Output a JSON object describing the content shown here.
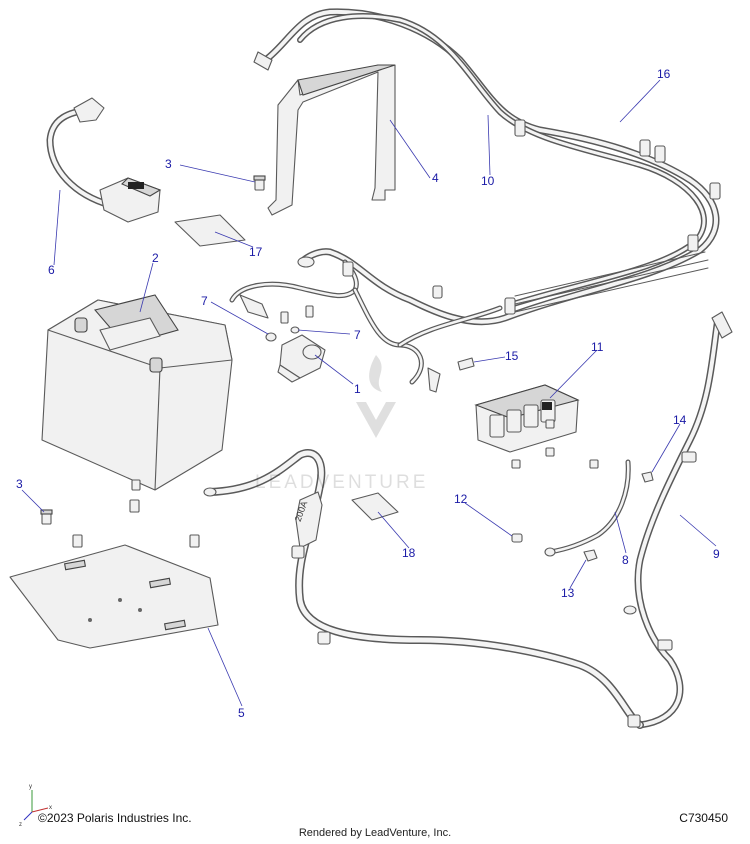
{
  "diagram": {
    "callouts": [
      {
        "id": "1",
        "label": "1"
      },
      {
        "id": "2",
        "label": "2"
      },
      {
        "id": "3a",
        "label": "3"
      },
      {
        "id": "3b",
        "label": "3"
      },
      {
        "id": "4",
        "label": "4"
      },
      {
        "id": "5",
        "label": "5"
      },
      {
        "id": "6",
        "label": "6"
      },
      {
        "id": "7a",
        "label": "7"
      },
      {
        "id": "7b",
        "label": "7"
      },
      {
        "id": "8",
        "label": "8"
      },
      {
        "id": "9",
        "label": "9"
      },
      {
        "id": "10",
        "label": "10"
      },
      {
        "id": "11",
        "label": "11"
      },
      {
        "id": "12",
        "label": "12"
      },
      {
        "id": "13",
        "label": "13"
      },
      {
        "id": "14",
        "label": "14"
      },
      {
        "id": "15",
        "label": "15"
      },
      {
        "id": "16",
        "label": "16"
      },
      {
        "id": "17",
        "label": "17"
      },
      {
        "id": "18",
        "label": "18"
      }
    ],
    "cable_label": "200A"
  },
  "watermark": {
    "text": "LEADVENTURE",
    "logo": "leadventure-flame-logo"
  },
  "axis_triad": {
    "x": "x",
    "y": "y",
    "z": "z"
  },
  "footer": {
    "copyright": "©2023 Polaris Industries Inc.",
    "drawing_number": "C730450",
    "rendered_by": "Rendered by LeadVenture, Inc."
  },
  "colors": {
    "callout": "#1a1aa6",
    "line": "#5a5a5a",
    "fill": "#f1f1f1"
  }
}
